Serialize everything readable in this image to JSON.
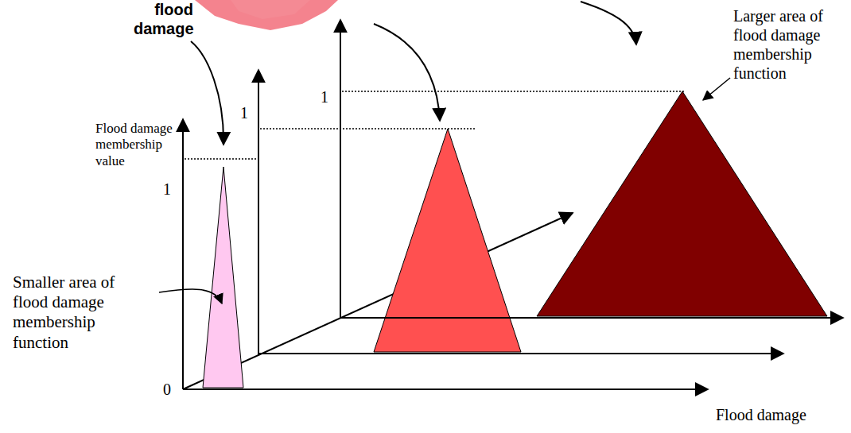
{
  "diagram": {
    "labels": [
      "flood damage",
      "Larger area of flood damage membership function",
      "Flood damage membership value",
      "1",
      "1",
      "1",
      "Smaller area of flood damage membership function",
      "0",
      "Flood damage"
    ]
  }
}
